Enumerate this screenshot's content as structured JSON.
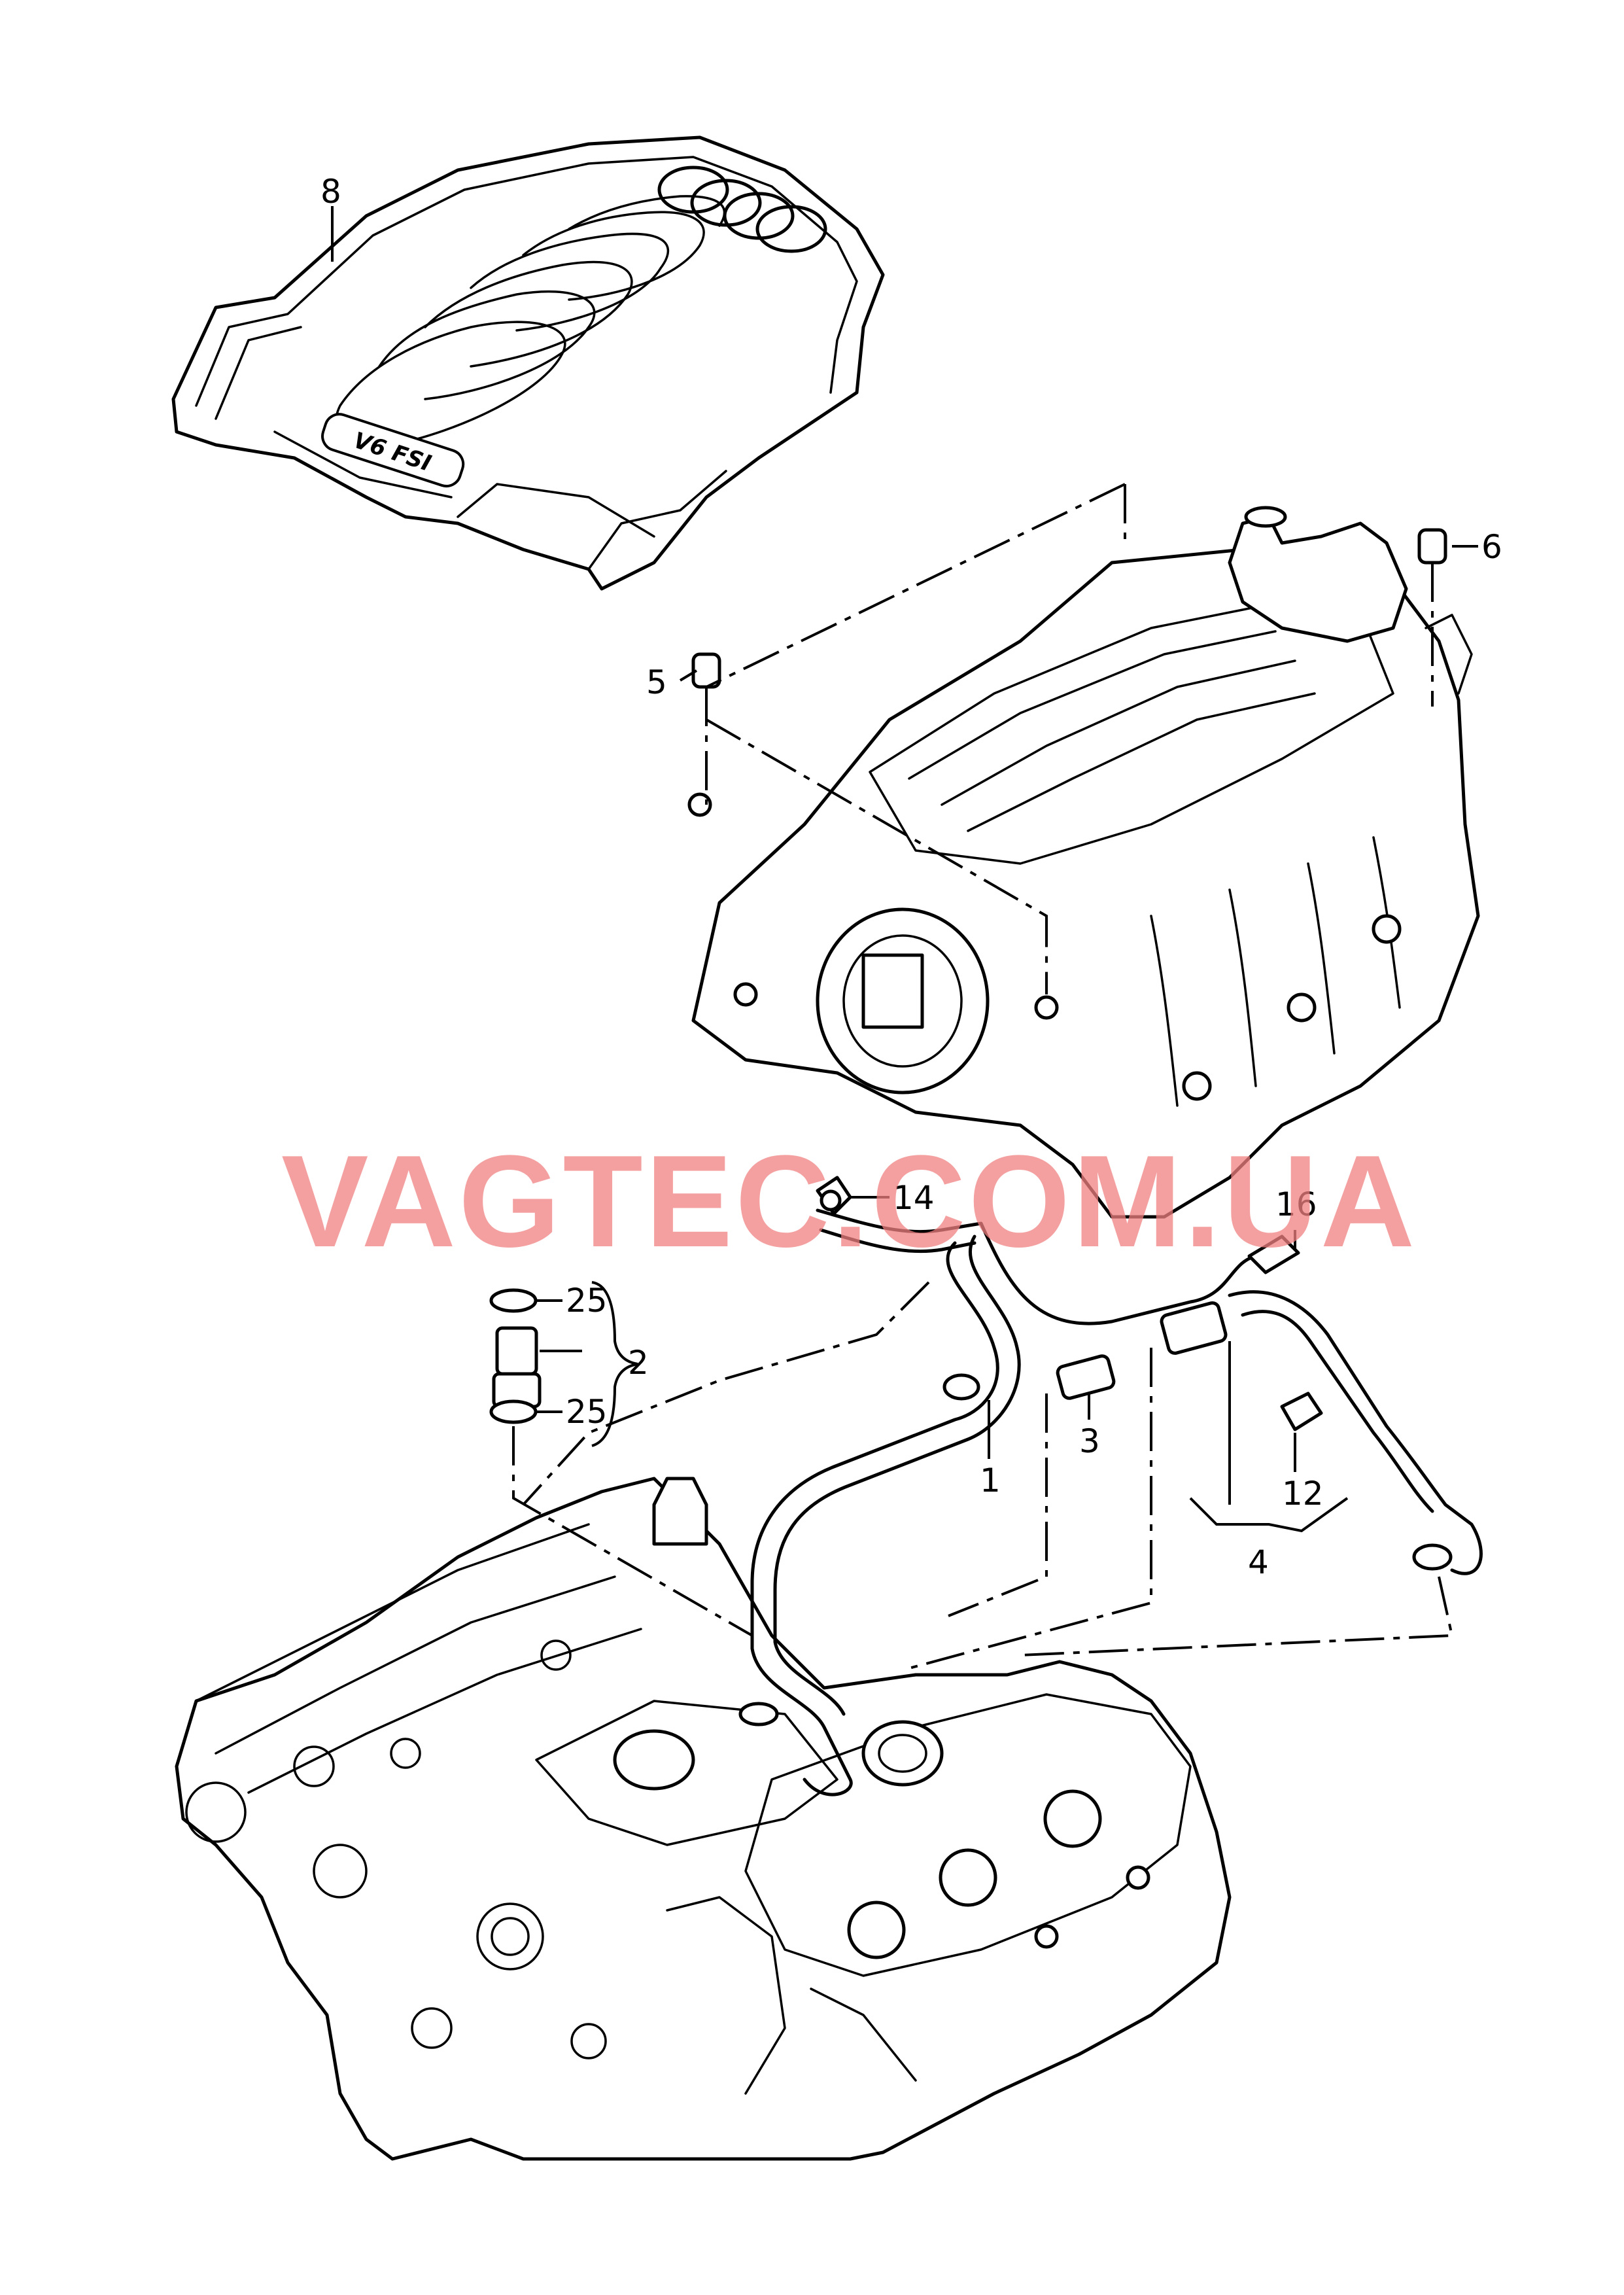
{
  "watermark": "VAGTEC.COM.UA",
  "engine_cover_badge": "V6 FSI",
  "callouts": {
    "c1": "1",
    "c2": "2",
    "c3": "3",
    "c4": "4",
    "c5": "5",
    "c6": "6",
    "c8": "8",
    "c12": "12",
    "c14": "14",
    "c16": "16",
    "c25a": "25",
    "c25b": "25"
  }
}
